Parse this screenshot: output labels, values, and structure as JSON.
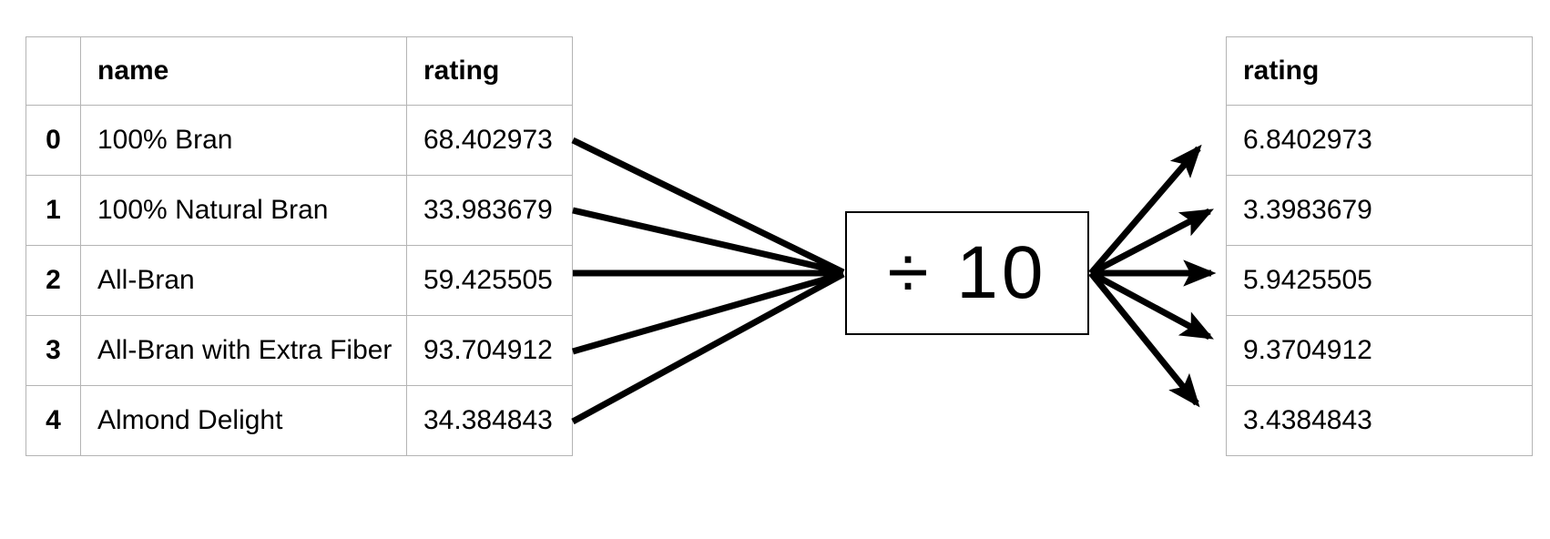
{
  "left_table": {
    "name": "input-dataframe",
    "columns": [
      "",
      "name",
      "rating"
    ],
    "index_header": "",
    "rows": [
      {
        "index": "0",
        "name": "100% Bran",
        "rating": "68.402973"
      },
      {
        "index": "1",
        "name": "100% Natural Bran",
        "rating": "33.983679"
      },
      {
        "index": "2",
        "name": "All-Bran",
        "rating": "59.425505"
      },
      {
        "index": "3",
        "name": "All-Bran with Extra Fiber",
        "rating": "93.704912"
      },
      {
        "index": "4",
        "name": "Almond Delight",
        "rating": "34.384843"
      }
    ]
  },
  "operator": {
    "label": "÷ 10",
    "symbol": "÷",
    "operand": "10"
  },
  "right_table": {
    "name": "output-dataframe",
    "columns": [
      "rating"
    ],
    "rows": [
      {
        "rating": "6.8402973"
      },
      {
        "rating": "3.3983679"
      },
      {
        "rating": "5.9425505"
      },
      {
        "rating": "9.3704912"
      },
      {
        "rating": "3.4384843"
      }
    ]
  },
  "colors": {
    "table_border": "#b4b4b4",
    "box_border": "#000000",
    "arrow": "#000000",
    "text": "#000000",
    "background": "#ffffff"
  },
  "chart_data": {
    "type": "diagram",
    "title": "",
    "operation": "÷ 10",
    "categories": [
      "100% Bran",
      "100% Natural Bran",
      "All-Bran",
      "All-Bran with Extra Fiber",
      "Almond Delight"
    ],
    "series": [
      {
        "name": "rating (input)",
        "values": [
          68.402973,
          33.983679,
          59.425505,
          93.704912,
          34.384843
        ]
      },
      {
        "name": "rating (output)",
        "values": [
          6.8402973,
          3.3983679,
          5.9425505,
          9.3704912,
          3.4384843
        ]
      }
    ],
    "mapping": [
      {
        "from": "68.402973",
        "to": "6.8402973"
      },
      {
        "from": "33.983679",
        "to": "3.3983679"
      },
      {
        "from": "59.425505",
        "to": "5.9425505"
      },
      {
        "from": "93.704912",
        "to": "9.3704912"
      },
      {
        "from": "34.384843",
        "to": "3.4384843"
      }
    ]
  }
}
